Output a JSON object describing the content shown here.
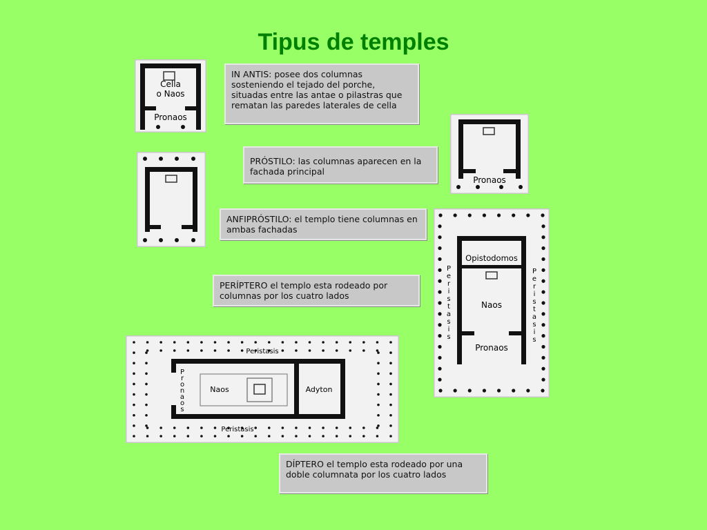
{
  "title": "Tipus de temples",
  "descriptions": {
    "in_antis": "IN ANTIS: posee dos columnas sosteniendo  el tejado del porche, situadas entre las antae o pilastras que rematan las paredes laterales de cella",
    "prostilo": "PRÓSTILO: las columnas aparecen en la fachada principal",
    "anfiprostilo": "ANFIPRÓSTILO: el templo tiene columnas en ambas fachadas",
    "periptero": "PERÍPTERO el templo esta rodeado por columnas por los cuatro lados",
    "diptero": "DÍPTERO el templo esta rodeado por una doble columnata por los cuatro lados"
  },
  "plan_labels": {
    "cella": "Cella",
    "o_naos": "o Naos",
    "pronaos": "Pronaos",
    "opistodomos": "Opistodomos",
    "naos": "Naos",
    "peristasis": "Peristasis",
    "adyton": "Adyton"
  }
}
